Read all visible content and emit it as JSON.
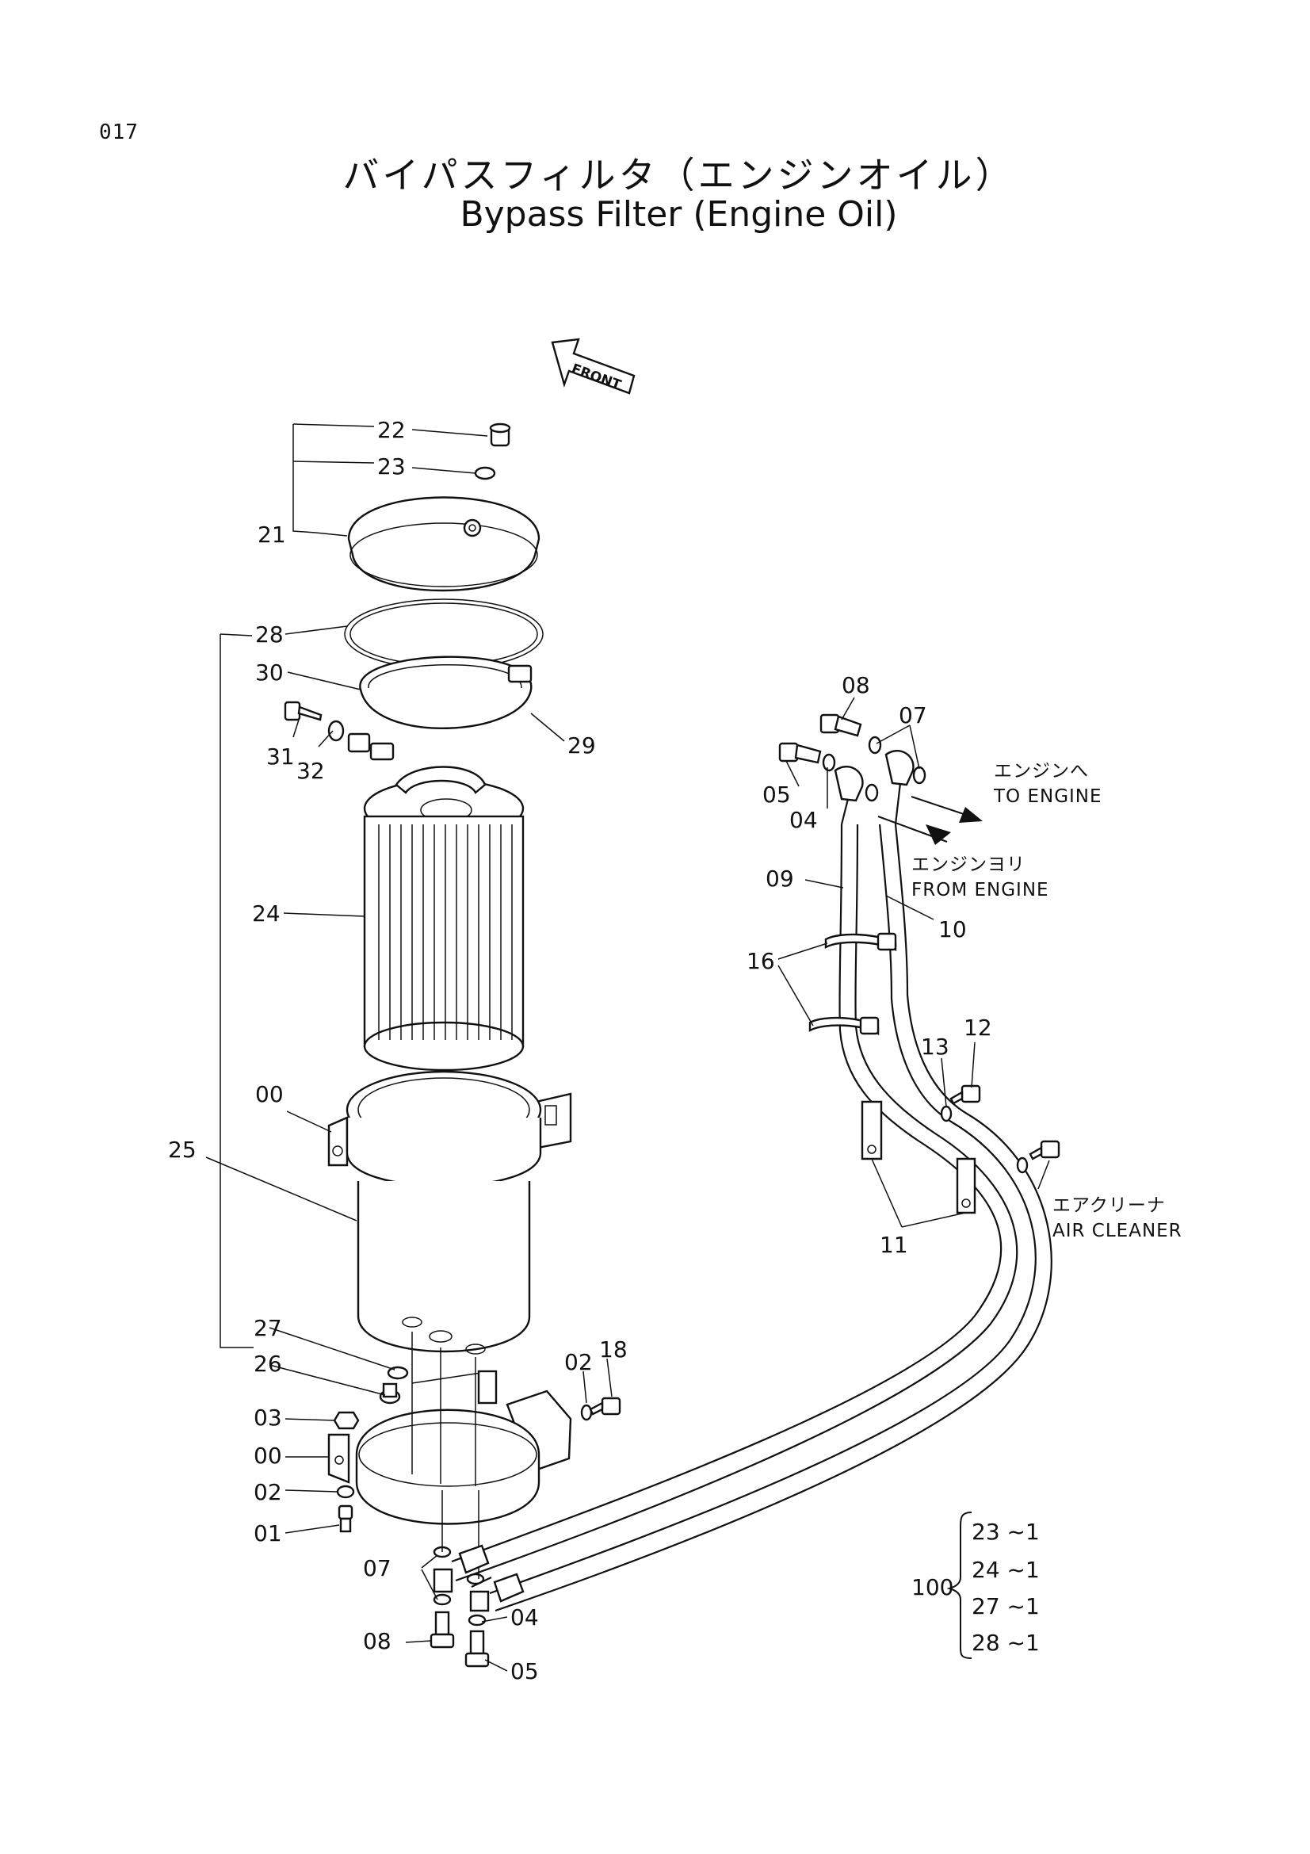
{
  "page_number": "017",
  "title": {
    "japanese": "バイパスフィルタ（エンジンオイル）",
    "english": "Bypass Filter (Engine Oil)"
  },
  "front_arrow_label": "FRONT",
  "part_callouts": {
    "p22": "22",
    "p23": "23",
    "p21": "21",
    "p28": "28",
    "p30": "30",
    "p31": "31",
    "p32": "32",
    "p29": "29",
    "p24": "24",
    "p00a": "00",
    "p25": "25",
    "p27": "27",
    "p26": "26",
    "p03": "03",
    "p00b": "00",
    "p02a": "02",
    "p01": "01",
    "p02b": "02",
    "p18": "18",
    "p07a": "07",
    "p08a": "08",
    "p04a": "04",
    "p05a": "05",
    "p08b": "08",
    "p07b": "07",
    "p05b": "05",
    "p04b": "04",
    "p09": "09",
    "p10": "10",
    "p16": "16",
    "p13": "13",
    "p12": "12",
    "p11": "11"
  },
  "notes": {
    "to_engine_jp": "エンジンへ",
    "to_engine_en": "TO ENGINE",
    "from_engine_jp": "エンジンヨリ",
    "from_engine_en": "FROM ENGINE",
    "air_cleaner_jp": "エアクリーナ",
    "air_cleaner_en": "AIR CLEANER"
  },
  "kit": {
    "number": "100",
    "items": [
      "23 ~1",
      "24 ~1",
      "27 ~1",
      "28 ~1"
    ]
  }
}
